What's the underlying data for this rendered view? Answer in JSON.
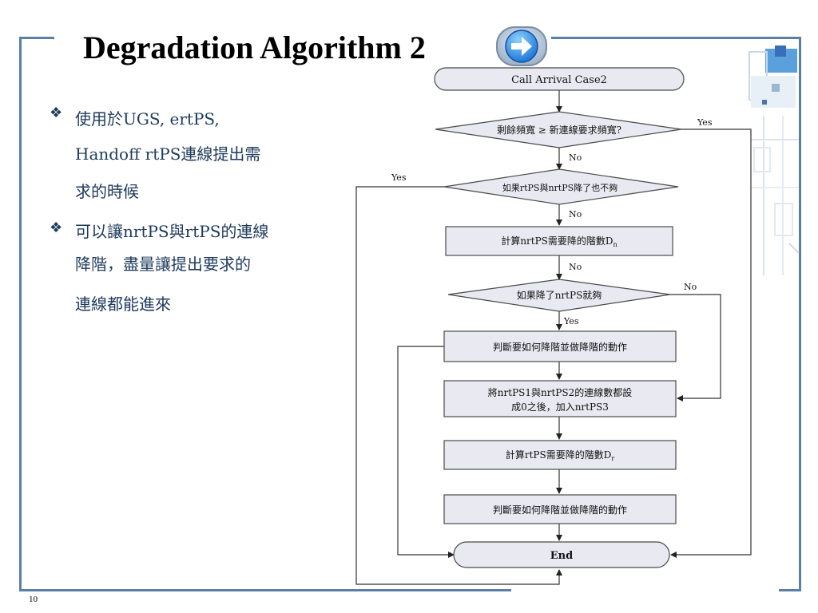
{
  "slide": {
    "title": "Degradation Algorithm 2",
    "page_number": "10",
    "nav_icon": "arrow-right-icon",
    "colors": {
      "frame": "#5a7fa6",
      "text": "#1e3a5c",
      "node_fill": "#e9e9f2",
      "node_stroke": "#4a4a4a"
    }
  },
  "bullets": [
    {
      "lines": [
        "使用於UGS, ertPS,",
        "Handoff rtPS連線提出需",
        "求的時候"
      ]
    },
    {
      "lines": [
        "可以讓nrtPS與rtPS的連線",
        "降階，盡量讓提出要求的",
        "連線都能進來"
      ]
    }
  ],
  "flowchart": {
    "start": "Call Arrival Case2",
    "d1": "剩餘頻寬 ≥ 新連線要求頻寬?",
    "d1_yes": "Yes",
    "d1_no": "No",
    "d2": "如果rtPS與nrtPS降了也不夠",
    "d2_yes": "Yes",
    "d2_no": "No",
    "p1": "計算nrtPS需要降的階數D",
    "p1_sub": "n",
    "p1_no": "No",
    "d3": "如果降了nrtPS就夠",
    "d3_no": "No",
    "d3_yes": "Yes",
    "p2": "判斷要如何降階並做降階的動作",
    "p3_line1": "將nrtPS1與nrtPS2的連線數都設",
    "p3_line2": "成0之後，加入nrtPS3",
    "p4": "計算rtPS需要降的階數D",
    "p4_sub": "r",
    "p5": "判斷要如何降階並做降階的動作",
    "end": "End"
  }
}
